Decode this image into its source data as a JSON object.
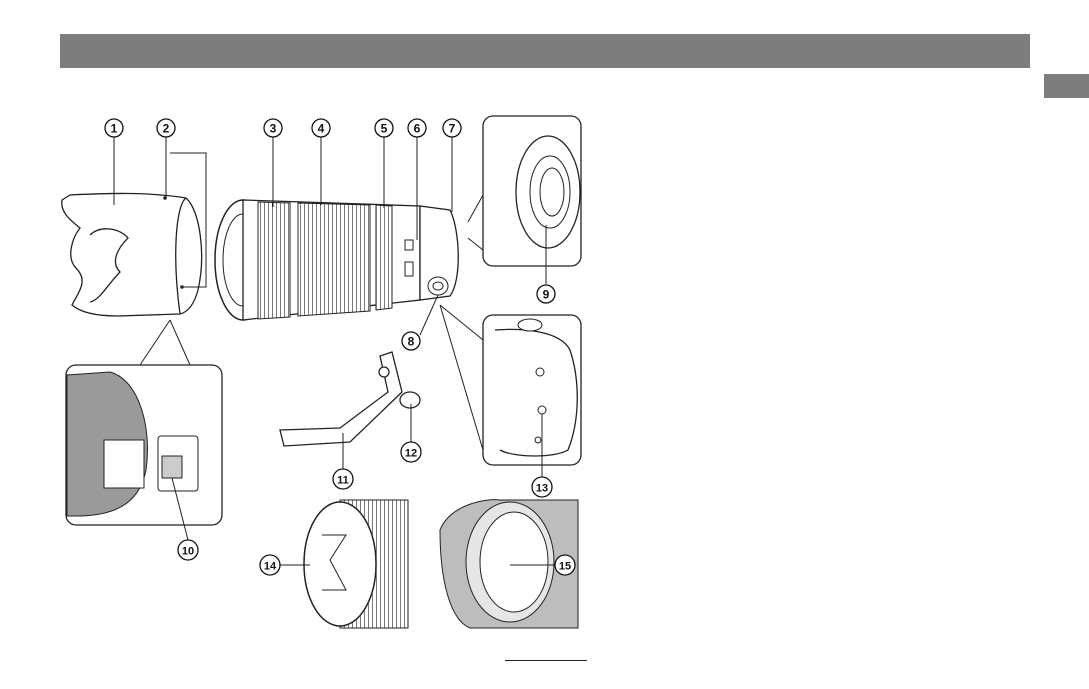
{
  "page": {
    "header_bar_color": "#7d7d7d",
    "side_tab_color": "#7d7d7d"
  },
  "callouts": [
    "1",
    "2",
    "3",
    "4",
    "5",
    "6",
    "7",
    "8",
    "9",
    "10",
    "11",
    "12",
    "13",
    "14",
    "15"
  ]
}
